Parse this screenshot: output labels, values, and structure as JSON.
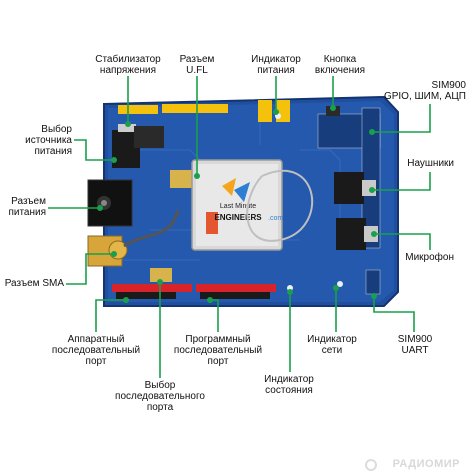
{
  "labels": {
    "stabilizer": "Стабилизатор\nнапряжения",
    "ufl": "Разъем\nU.FL",
    "power_indicator": "Индикатор\nпитания",
    "power_button": "Кнопка\nвключения",
    "sim900_gpio": "SIM900\nGPIO, ШИМ, АЦП",
    "power_source_select": "Выбор\nисточника\nпитания",
    "headphones": "Наушники",
    "power_jack": "Разъем\nпитания",
    "microphone": "Микрофон",
    "sma": "Разъем SMA",
    "hw_serial": "Аппаратный\nпоследовательный\nпорт",
    "sw_serial": "Программный\nпоследовательный\nпорт",
    "net_indicator": "Индикатор\nсети",
    "sim900_uart": "SIM900\nUART",
    "serial_select": "Выбор\nпоследовательного\nпорта",
    "status_indicator": "Индикатор\nсостояния"
  },
  "board": {
    "module_logo_line1": "Last Minute",
    "module_logo_line2": "ENGINEERS",
    "module_logo_line3": ".com"
  },
  "watermark": "РАДИОМИР",
  "colors": {
    "pcb": "#1f4f9e",
    "pcb_dark": "#173d7d",
    "header_red": "#d8232a",
    "header_yellow": "#f4c20d",
    "pointer_green": "#19a04b",
    "module_silver": "#d9d9d9"
  }
}
